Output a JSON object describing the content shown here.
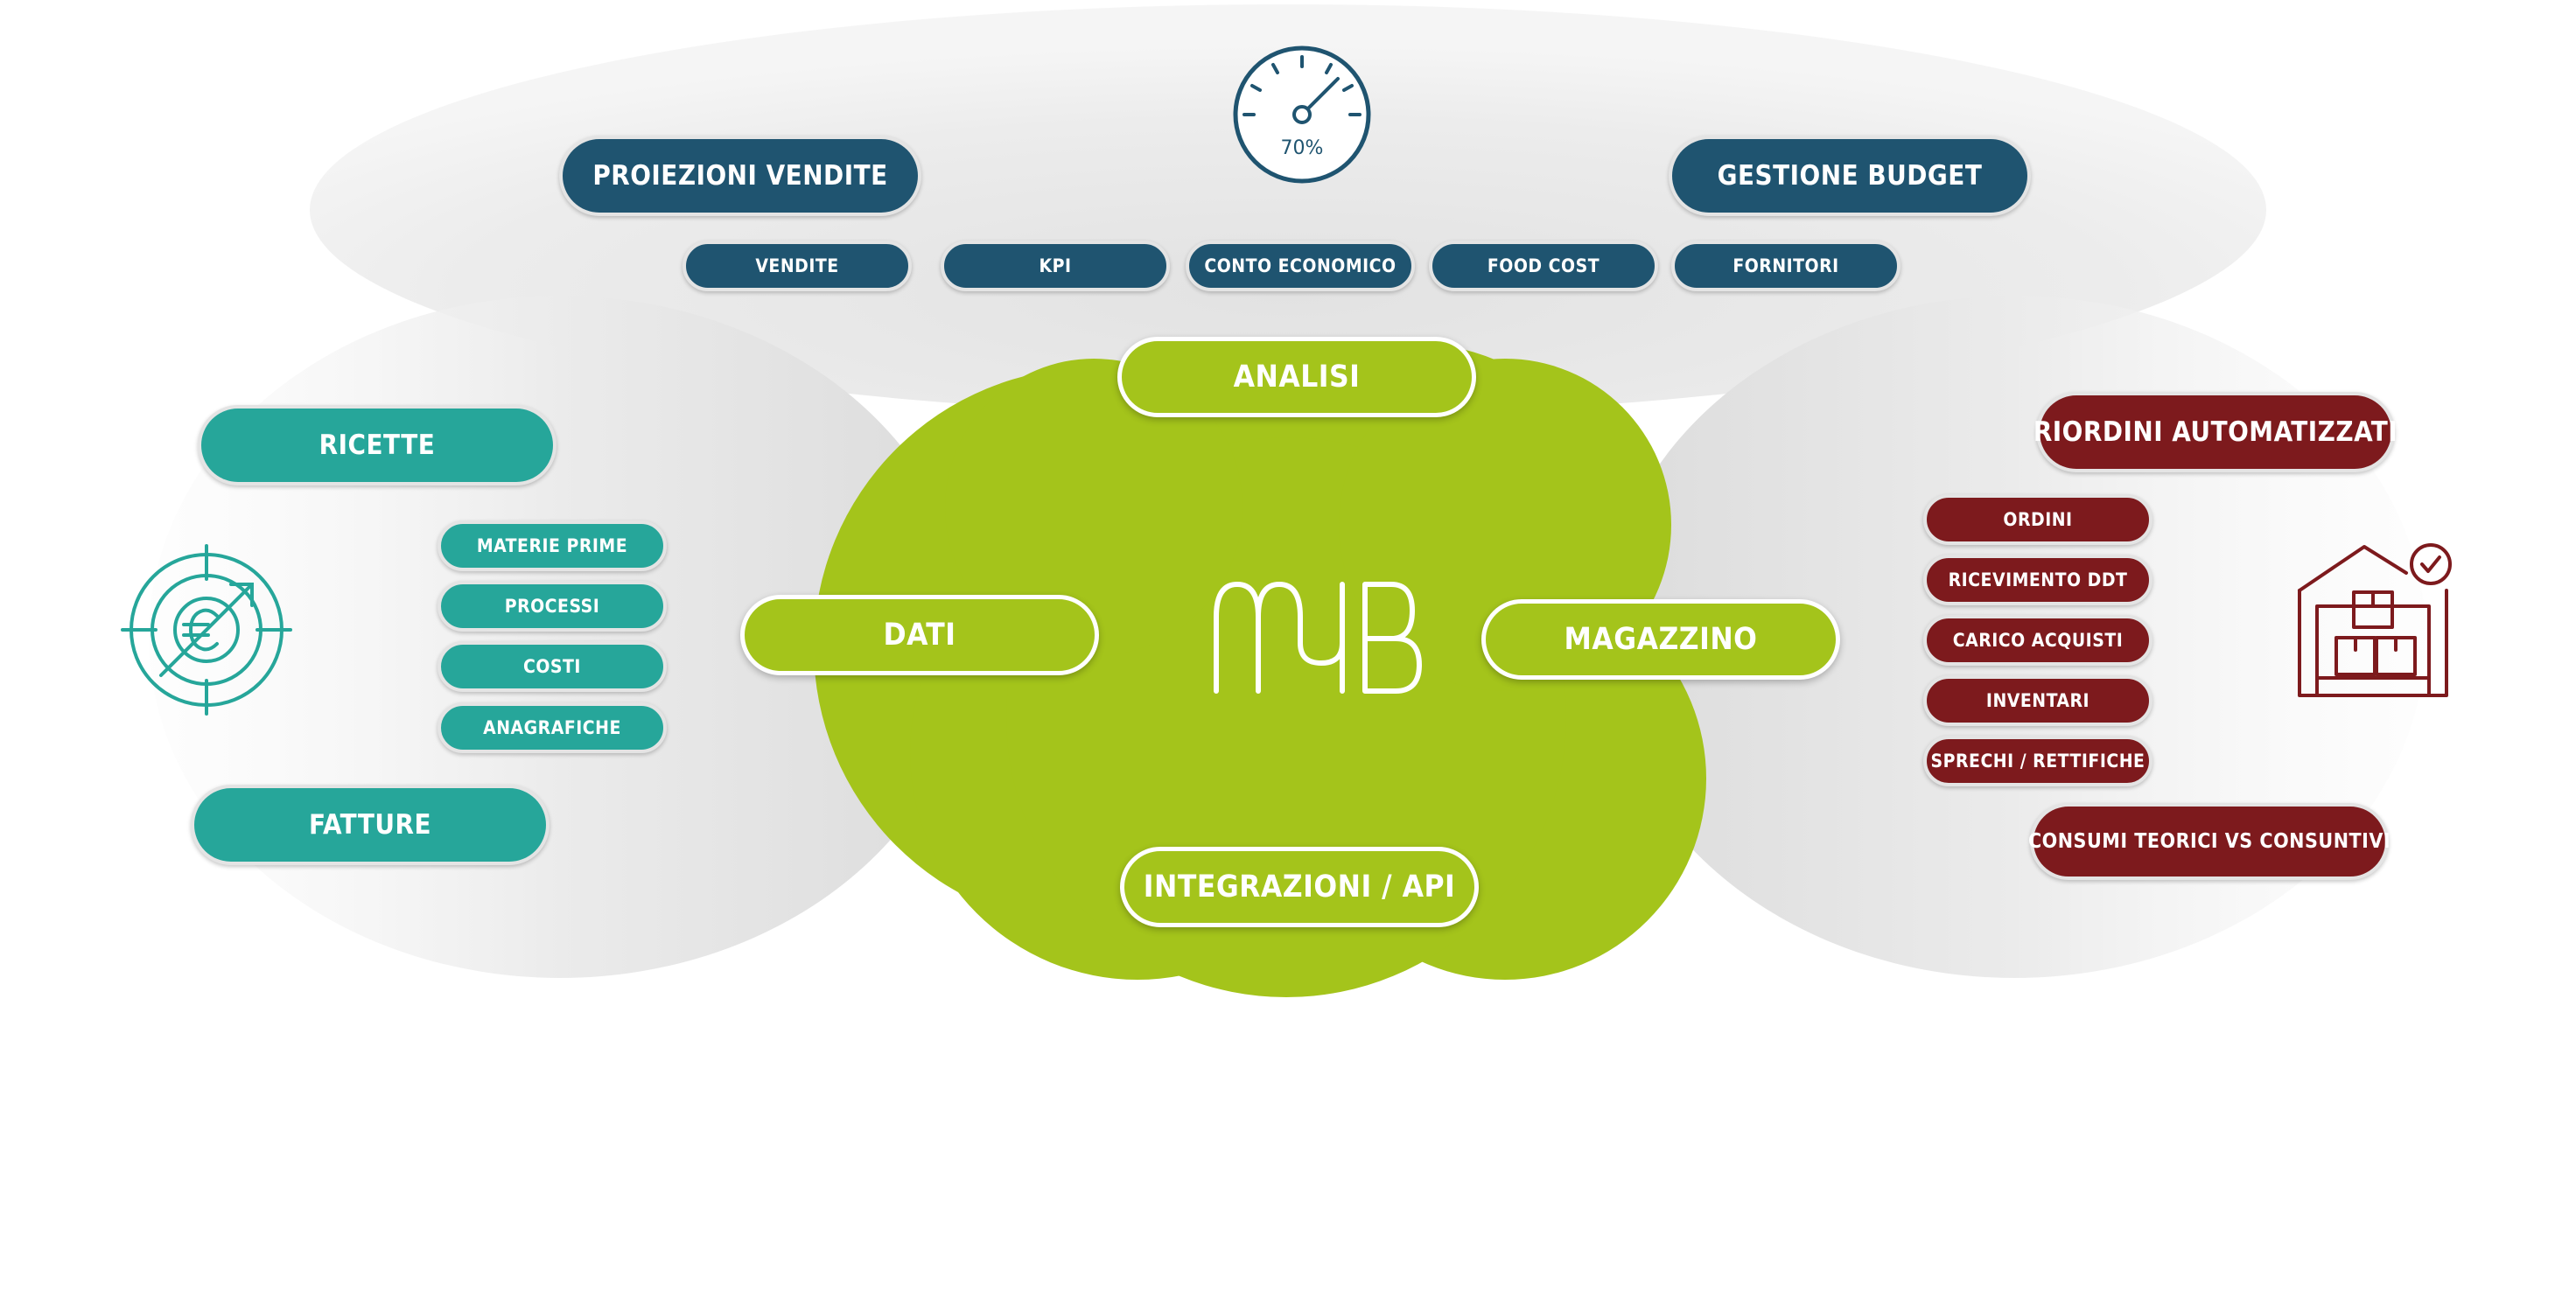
{
  "colors": {
    "navy": "#1f5470",
    "teal": "#26a69a",
    "maroon": "#7d1a1d",
    "lime": "#a4c41b"
  },
  "top": {
    "gauge_value": "70%",
    "left_heading": "PROIEZIONI VENDITE",
    "right_heading": "GESTIONE BUDGET",
    "items": [
      "VENDITE",
      "KPI",
      "CONTO ECONOMICO",
      "FOOD COST",
      "FORNITORI"
    ]
  },
  "center": {
    "logo": "MYB",
    "top": "ANALISI",
    "left": "DATI",
    "right": "MAGAZZINO",
    "bottom": "INTEGRAZIONI / API"
  },
  "left": {
    "heading": "RICETTE",
    "items": [
      "MATERIE PRIME",
      "PROCESSI",
      "COSTI",
      "ANAGRAFICHE"
    ],
    "footer": "FATTURE",
    "icon": "euro-target-icon"
  },
  "right": {
    "heading": "RIORDINI AUTOMATIZZATI",
    "items": [
      "ORDINI",
      "RICEVIMENTO DDT",
      "CARICO ACQUISTI",
      "INVENTARI",
      "SPRECHI / RETTIFICHE"
    ],
    "footer": "CONSUMI TEORICI VS CONSUNTIVI",
    "icon": "warehouse-check-icon"
  }
}
